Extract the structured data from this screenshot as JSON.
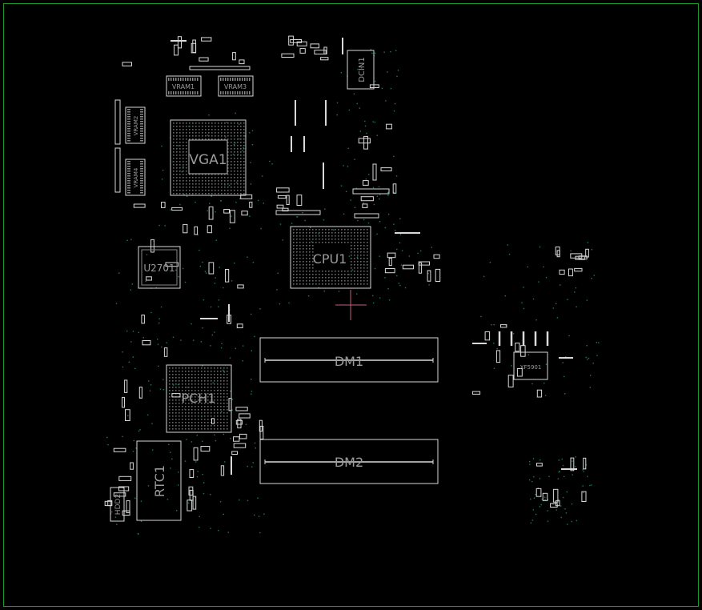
{
  "colors": {
    "background": "#000000",
    "frame": "#1f9a2a",
    "silkscreen": "#d9d9d9",
    "label": "#9a9a9a",
    "via": "#1f7a5a",
    "cursor": "#c4607a"
  },
  "components": {
    "vga1": "VGA1",
    "cpu1": "CPU1",
    "pch1": "PCH1",
    "u2701": "U2701",
    "rtc1": "RTC1",
    "dm1": "DM1",
    "dm2": "DM2",
    "vram1": "VRAM1",
    "vram3": "VRAM3",
    "vram2": "VRAM2",
    "vram4": "VRAM4",
    "dcin1": "DCIN1",
    "hdd2": "HDD2",
    "xf5901": "XF5901"
  }
}
